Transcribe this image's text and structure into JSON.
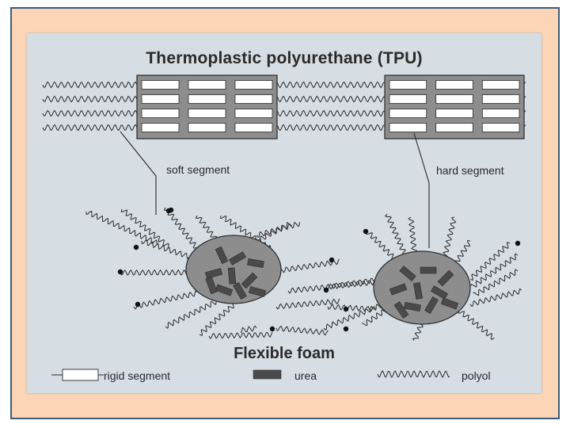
{
  "diagram": {
    "tpu_title": "Thermoplastic polyurethane (TPU)",
    "foam_title": "Flexible foam",
    "soft_segment_label": "soft segment",
    "hard_segment_label": "hard segment"
  },
  "legend": {
    "rigid_segment": "rigid segment",
    "urea": "urea",
    "polyol": "polyol"
  },
  "colors": {
    "frame_background": "#fbd5b5",
    "frame_border": "#3b5b7a",
    "panel_background": "#d6dde3",
    "hard_block_fill": "#8d8d8d",
    "urea_fill": "#4a4a4a",
    "line": "#2a2a2a"
  }
}
